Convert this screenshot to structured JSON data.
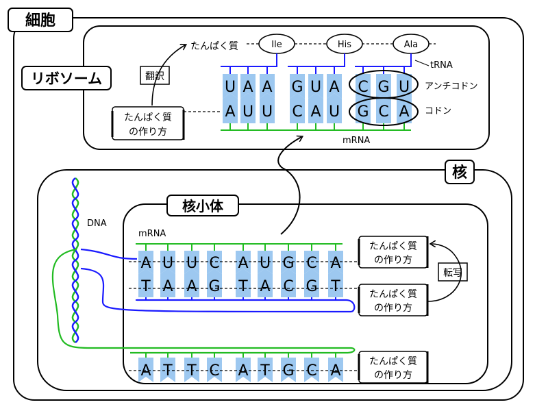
{
  "labels": {
    "cell": "細胞",
    "ribosome": "リボソーム",
    "nucleus": "核",
    "nucleolus": "核小体",
    "translation": "翻訳",
    "transcription": "転写",
    "protein": "たんぱく質",
    "recipe_line1": "たんぱく質",
    "recipe_line2": "の作り方",
    "trna": "tRNA",
    "anticodon": "アンチコドン",
    "codon": "コドン",
    "mrna_ribosome": "mRNA",
    "mrna_nucleolus": "mRNA",
    "dna": "DNA"
  },
  "amino_acids": [
    "Ile",
    "His",
    "Ala"
  ],
  "ribosome": {
    "trna_bases": [
      "U",
      "A",
      "A",
      "G",
      "U",
      "A",
      "C",
      "G",
      "U"
    ],
    "mrna_bases": [
      "A",
      "U",
      "U",
      "C",
      "A",
      "U",
      "G",
      "C",
      "A"
    ]
  },
  "nucleolus": {
    "mrna_bases": [
      "A",
      "U",
      "U",
      "C",
      "A",
      "U",
      "G",
      "C",
      "A"
    ],
    "dna_template": [
      "T",
      "A",
      "A",
      "G",
      "T",
      "A",
      "C",
      "G",
      "T"
    ],
    "dna_coding": [
      "A",
      "T",
      "T",
      "C",
      "A",
      "T",
      "G",
      "C",
      "A"
    ]
  },
  "colors": {
    "base_fill": "#9dc8f0",
    "blue_strand": "#1a1aff",
    "green_strand": "#22bb22",
    "outline": "#000000"
  }
}
